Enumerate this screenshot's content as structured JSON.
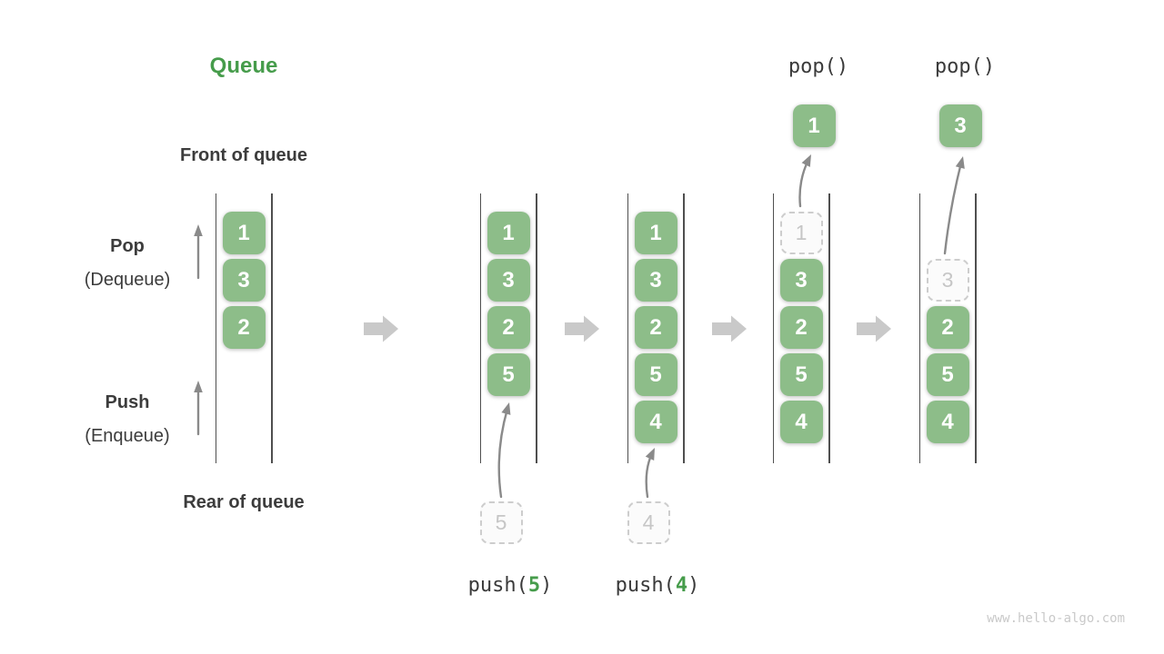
{
  "title": "Queue",
  "labels": {
    "front": "Front of queue",
    "rear": "Rear of queue",
    "pop": "Pop",
    "pop_sub": "(Dequeue)",
    "push": "Push",
    "push_sub": "(Enqueue)"
  },
  "watermark": "www.hello-algo.com",
  "colors": {
    "accent_green": "#469c4b",
    "box_green": "#8dbd89",
    "text_dark": "#3c3c3c",
    "mono_dark": "#3a3a3a",
    "arrow_gray": "#8a8a8a",
    "block_arrow_gray": "#c9c9c9",
    "dashed_border": "#cdcdcd",
    "dashed_text": "#c6c6c6",
    "rail_dark": "#4f4f4f",
    "watermark_gray": "#c9c9c9"
  },
  "columns": [
    {
      "slots": [
        {
          "v": "1",
          "t": "solid"
        },
        {
          "v": "3",
          "t": "solid"
        },
        {
          "v": "2",
          "t": "solid"
        }
      ]
    },
    {
      "slots": [
        {
          "v": "1",
          "t": "solid"
        },
        {
          "v": "3",
          "t": "solid"
        },
        {
          "v": "2",
          "t": "solid"
        },
        {
          "v": "5",
          "t": "solid"
        }
      ],
      "incoming": {
        "value": "5",
        "prefix": "push(",
        "arg": "5",
        "suffix": ")"
      }
    },
    {
      "slots": [
        {
          "v": "1",
          "t": "solid"
        },
        {
          "v": "3",
          "t": "solid"
        },
        {
          "v": "2",
          "t": "solid"
        },
        {
          "v": "5",
          "t": "solid"
        },
        {
          "v": "4",
          "t": "solid"
        }
      ],
      "incoming": {
        "value": "4",
        "prefix": "push(",
        "arg": "4",
        "suffix": ")"
      }
    },
    {
      "slots": [
        {
          "v": "1",
          "t": "dashed"
        },
        {
          "v": "3",
          "t": "solid"
        },
        {
          "v": "2",
          "t": "solid"
        },
        {
          "v": "5",
          "t": "solid"
        },
        {
          "v": "4",
          "t": "solid"
        }
      ],
      "outgoing": {
        "label": "pop()",
        "value": "1"
      }
    },
    {
      "slots": [
        {
          "t": "empty"
        },
        {
          "v": "3",
          "t": "dashed"
        },
        {
          "v": "2",
          "t": "solid"
        },
        {
          "v": "5",
          "t": "solid"
        },
        {
          "v": "4",
          "t": "solid"
        }
      ],
      "outgoing": {
        "label": "pop()",
        "value": "3"
      }
    }
  ]
}
